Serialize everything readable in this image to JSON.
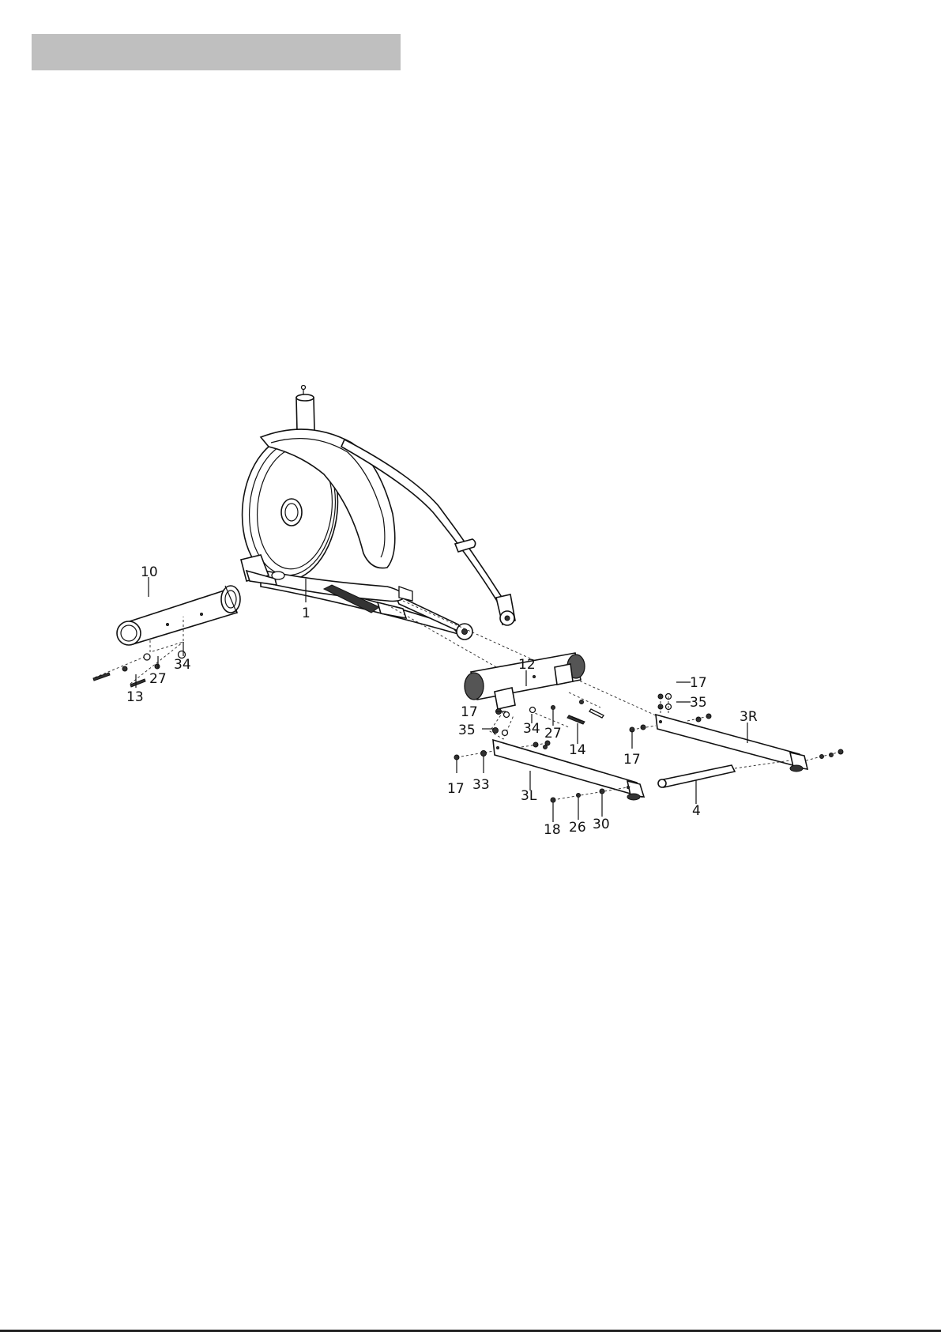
{
  "header": {
    "bar_color": "#bfbfbf"
  },
  "labels": {
    "p10": "10",
    "p1": "1",
    "p13": "13",
    "p27a": "27",
    "p34a": "34",
    "p12": "12",
    "p17a": "17",
    "p35a": "35",
    "p3R": "3R",
    "p17b": "17",
    "p35b": "35",
    "p34b": "34",
    "p27b": "27",
    "p14": "14",
    "p17c": "17",
    "p17d": "17",
    "p33": "33",
    "p3L": "3L",
    "p4": "4",
    "p18": "18",
    "p26": "26",
    "p30": "30"
  }
}
